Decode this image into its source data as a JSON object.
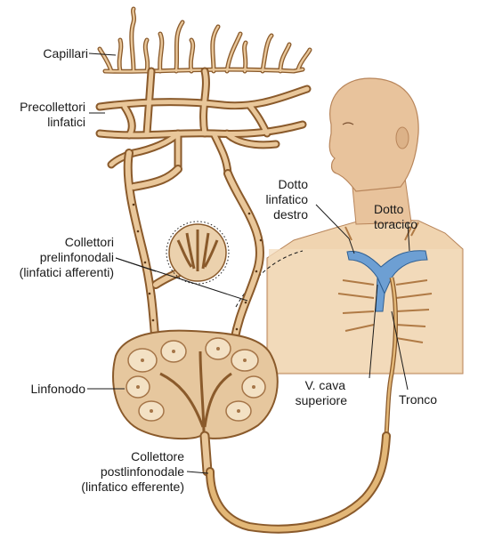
{
  "labels": {
    "capillari": "Capillari",
    "precollettori_1": "Precollettori",
    "precollettori_2": "linfatici",
    "collettori_1": "Collettori",
    "collettori_2": "prelinfonodali",
    "collettori_3": "(linfatici afferenti)",
    "linfonodo": "Linfonodo",
    "postlinfo_1": "Collettore",
    "postlinfo_2": "postlinfonodale",
    "postlinfo_3": "(linfatico efferente)",
    "dotto_destro_1": "Dotto",
    "dotto_destro_2": "linfatico",
    "dotto_destro_3": "destro",
    "dotto_toracico_1": "Dotto",
    "dotto_toracico_2": "toracico",
    "vcava_1": "V. cava",
    "vcava_2": "superiore",
    "tronco": "Tronco"
  },
  "colors": {
    "vessel_outline": "#8a5a2b",
    "vessel_fill": "#e9c79a",
    "skin": "#e8c39c",
    "skin_shade": "#c99d72",
    "duct_blue": "#6d9fd3",
    "node_fill": "#e6c79e"
  }
}
